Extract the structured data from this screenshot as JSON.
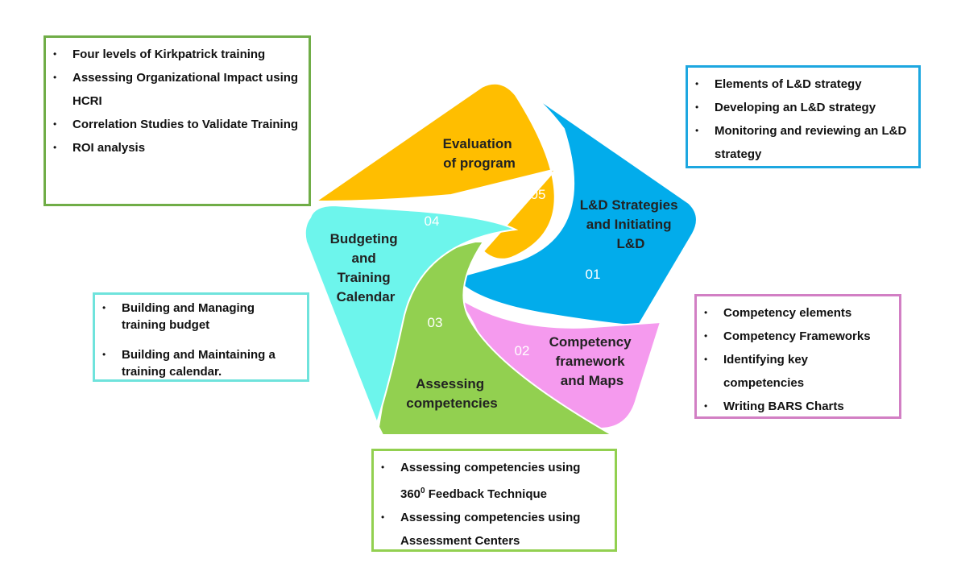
{
  "segments": [
    {
      "number": "01",
      "title_lines": [
        "L&D Strategies",
        "and Initiating",
        "L&D"
      ],
      "color": "#02ACEB"
    },
    {
      "number": "02",
      "title_lines": [
        "Competency",
        "framework",
        "and Maps"
      ],
      "color": "#F59AEE"
    },
    {
      "number": "03",
      "title_lines": [
        "Assessing",
        "competencies"
      ],
      "color": "#92D050"
    },
    {
      "number": "04",
      "title_lines": [
        "Budgeting",
        "and",
        "Training",
        "Calendar"
      ],
      "color": "#6DF5EC"
    },
    {
      "number": "05",
      "title_lines": [
        "Evaluation",
        "of program"
      ],
      "color": "#FFBE00"
    }
  ],
  "boxes": {
    "evaluation": {
      "border_color": "#70AD47",
      "items": [
        "Four levels of Kirkpatrick training",
        "Assessing Organizational Impact using HCRI",
        "Correlation Studies to Validate Training",
        "ROI analysis"
      ]
    },
    "strategy": {
      "border_color": "#1DA7E0",
      "items": [
        "Elements of L&D strategy",
        "Developing an L&D strategy",
        "Monitoring and reviewing an L&D strategy"
      ]
    },
    "budgeting": {
      "border_color": "#6FE3DC",
      "items": [
        "Building and Managing training budget",
        "Building and Maintaining a training calendar."
      ]
    },
    "competency": {
      "border_color": "#D27FC4",
      "items": [
        "Competency elements",
        "Competency Frameworks",
        "Identifying key competencies",
        "Writing BARS Charts"
      ]
    },
    "assessing": {
      "border_color": "#92D050",
      "items_html": [
        "Assessing competencies using 360<sup>0</sup> Feedback Technique",
        "Assessing competencies using Assessment Centers"
      ],
      "items": [
        "Assessing competencies using 360",
        "0",
        " Feedback Technique",
        "Assessing competencies using Assessment Centers"
      ]
    }
  }
}
